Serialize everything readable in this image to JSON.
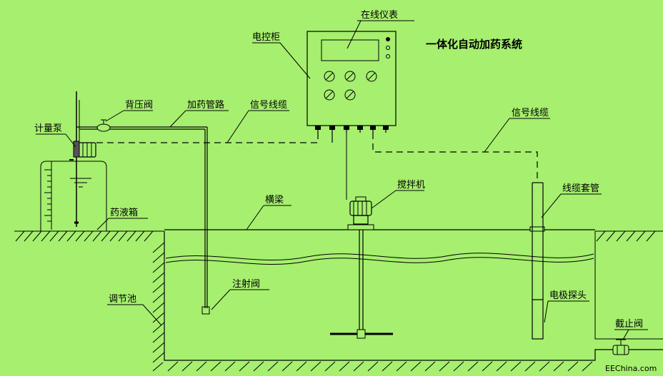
{
  "title": "一体化自动加药系统",
  "watermark": "EEChina.com",
  "labels": {
    "online_meter": "在线仪表",
    "control_cabinet": "电控柜",
    "back_pressure_valve": "背压阀",
    "dosing_pipe": "加药管路",
    "signal_cable_1": "信号线缆",
    "signal_cable_2": "信号线缆",
    "metering_pump": "计量泵",
    "agitator": "搅拌机",
    "cable_sleeve": "线缆套管",
    "crossbeam": "横梁",
    "chemical_tank": "药液箱",
    "injection_valve": "注射阀",
    "electrode_probe": "电极探头",
    "regulating_tank": "调节池",
    "stop_valve": "截止阀"
  },
  "colors": {
    "background": "#a6ef6f",
    "line": "#000000"
  }
}
